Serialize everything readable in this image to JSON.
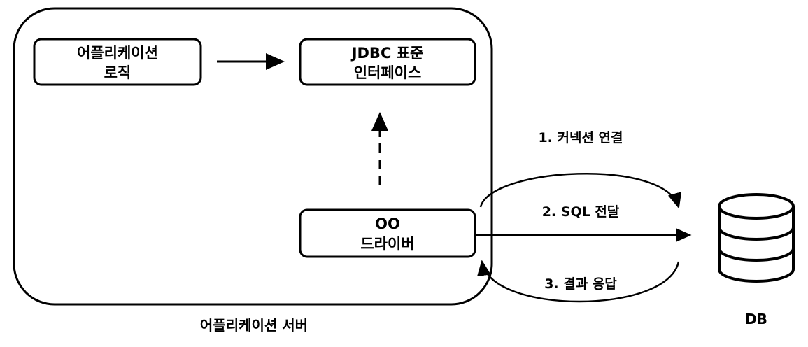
{
  "server": {
    "label": "어플리케이션 서버"
  },
  "boxes": {
    "app_logic": {
      "line1": "어플리케이션",
      "line2": "로직"
    },
    "jdbc": {
      "line1": "JDBC 표준",
      "line2": "인터페이스"
    },
    "driver": {
      "line1": "OO",
      "line2": "드라이버"
    }
  },
  "steps": {
    "connect": "1. 커넥션 연결",
    "sql": "2. SQL 전달",
    "result": "3. 결과 응답"
  },
  "db": {
    "label": "DB",
    "icon": "database-icon"
  }
}
